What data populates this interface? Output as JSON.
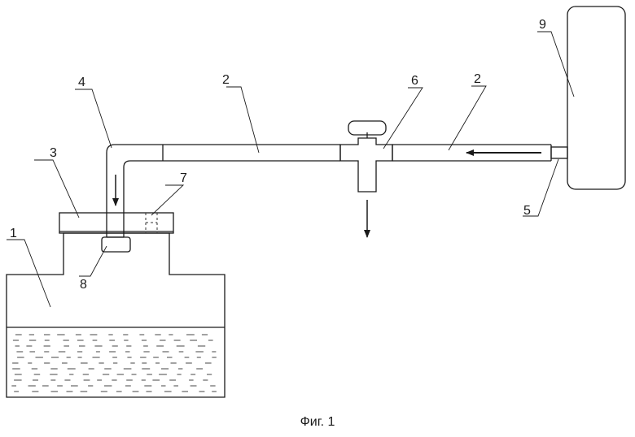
{
  "caption": "Фиг. 1",
  "labels": {
    "tank": "1",
    "pipe_left": "2",
    "pipe_right": "2",
    "flange": "3",
    "elbow": "4",
    "nozzle": "5",
    "valve": "6",
    "vent": "7",
    "filter": "8",
    "wheel": "9"
  }
}
